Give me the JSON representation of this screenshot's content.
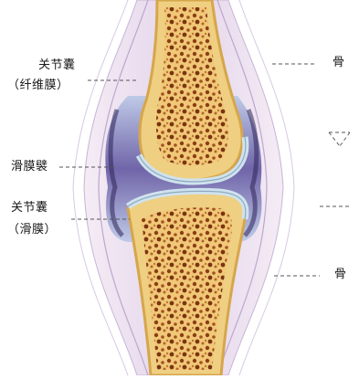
{
  "labels": {
    "capsule_fibrous_line1": "关节囊",
    "capsule_fibrous_line2": "（纤维膜）",
    "synovial_fold": "滑膜襞",
    "capsule_synovial_line1": "关节囊",
    "capsule_synovial_line2": "（滑膜）",
    "bone_upper": "骨",
    "bone_lower": "骨"
  },
  "colors": {
    "marrow": "#f3d58c",
    "cortex": "#e7c06a",
    "spongy": "#9a4a1c",
    "cartilage": "#cfe3ee",
    "synovial": "#7c86c0",
    "synovial_dark": "#3a2a6a",
    "capsule": "#e8d9ee",
    "leader": "#555555"
  }
}
